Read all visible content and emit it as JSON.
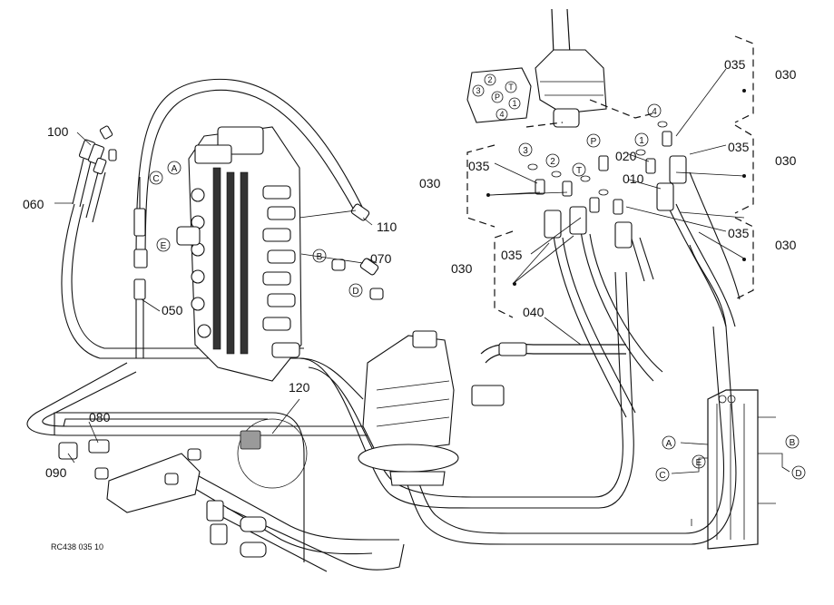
{
  "part_labels": {
    "p100": "100",
    "p060": "060",
    "p050": "050",
    "p080": "080",
    "p090": "090",
    "p110": "110",
    "p070": "070",
    "p120": "120",
    "p040": "040",
    "p035_top": "035",
    "p030_top": "030",
    "p035_r2": "035",
    "p030_r2": "030",
    "p035_left": "035",
    "p030_left": "030",
    "p020": "020",
    "p010": "010",
    "p035_r3": "035",
    "p030_r3": "030",
    "p035_bottom": "035",
    "p030_bottom": "030"
  },
  "port_callouts": {
    "valve_a": "A",
    "valve_c": "C",
    "valve_e": "E",
    "valve_b": "B",
    "valve_d": "D",
    "joy_3": "3",
    "joy_2": "2",
    "joy_t": "T",
    "joy_p": "P",
    "joy_1": "1",
    "joy_4": "4",
    "plate_1": "1",
    "plate_2": "2",
    "plate_3": "3",
    "plate_4": "4",
    "plate_p": "P",
    "plate_t": "T",
    "key_a": "A",
    "key_b": "B",
    "key_c": "C",
    "key_d": "D",
    "key_e": "E"
  },
  "figure_code": "RC438 035 10"
}
